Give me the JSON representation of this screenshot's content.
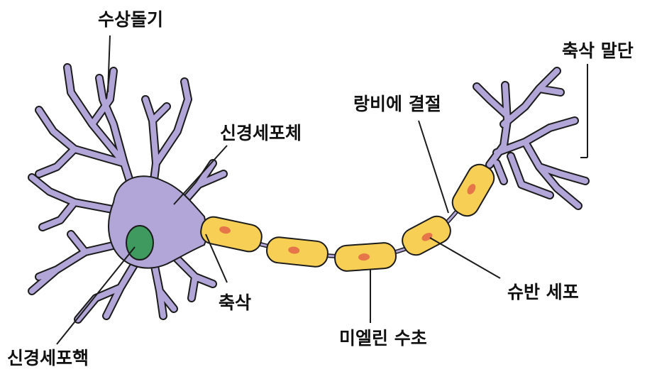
{
  "labels": {
    "dendrite": "수상돌기",
    "cell_body": "신경세포체",
    "nucleus": "신경세포핵",
    "axon": "축삭",
    "node_of_ranvier": "랑비에 결절",
    "axon_terminal": "축삭 말단",
    "schwann_cell": "슈반 세포",
    "myelin_sheath": "미엘린 수초"
  },
  "colors": {
    "neuron": "#b2a6d8",
    "nucleus": "#3e9a5e",
    "myelin": "#f7cf55",
    "schwann_nucleus": "#e6764a",
    "outline": "#1b1b1b"
  }
}
